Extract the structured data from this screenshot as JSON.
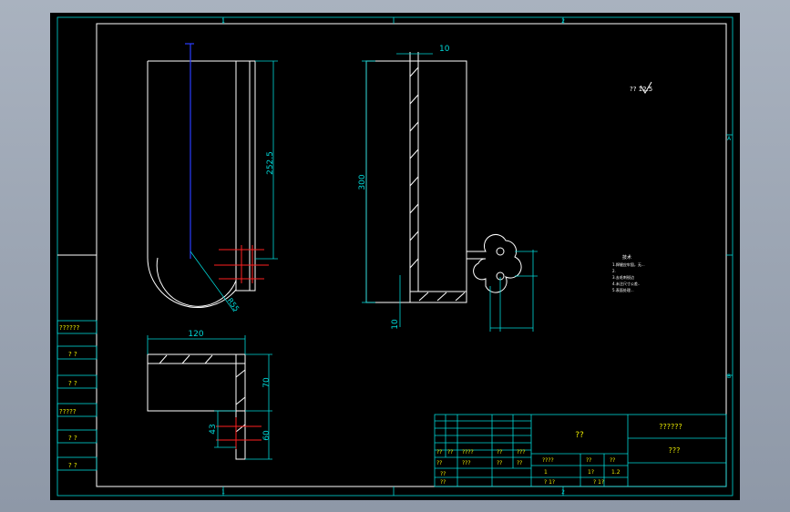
{
  "border_zones": {
    "top": [
      "1",
      "2"
    ],
    "bottom": [
      "1",
      "2"
    ],
    "right": [
      "A",
      "B"
    ]
  },
  "dimensions": {
    "height_252_5": "252.5",
    "radius": "R55",
    "top_width": "10",
    "height_300": "300",
    "bottom_thickness": "10",
    "width_120": "120",
    "height_70": "70",
    "height_43": "43",
    "height_60": "60"
  },
  "surface_finish": "?? 12.5",
  "tech_requirements": {
    "title": "技术",
    "lines": [
      "1.焊缝应牢固，无...",
      "2.",
      "3.去毛刺锐边",
      "4.未注尺寸公差..",
      "5.表面处理..."
    ]
  },
  "left_column": [
    "??????",
    "? ?",
    "? ?",
    "?????",
    "? ?",
    "? ?"
  ],
  "title_block": {
    "name": "??",
    "company": "??????",
    "drawing_no": "???",
    "row1": [
      "??",
      "??",
      "????",
      "??",
      "???"
    ],
    "row2": [
      "??",
      "???",
      "??",
      "??"
    ],
    "row3": [
      "??",
      "??"
    ],
    "mid1": [
      "????",
      "??",
      "??"
    ],
    "mid2": [
      "1",
      "1?",
      "1.2"
    ],
    "mid3": [
      "? 1?",
      "? 1?"
    ]
  }
}
